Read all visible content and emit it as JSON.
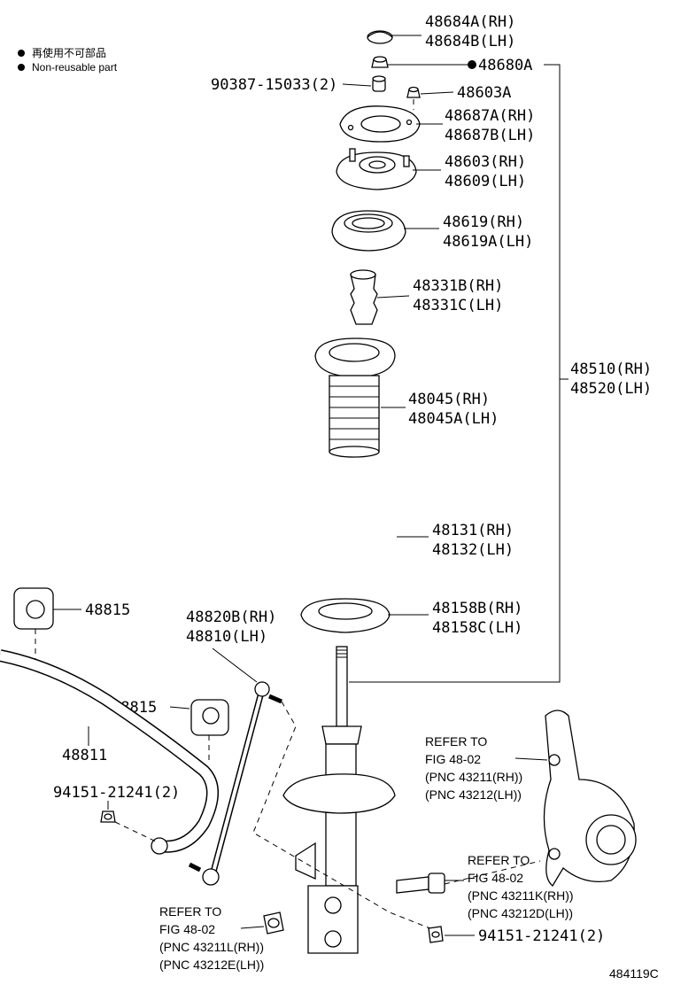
{
  "legend": {
    "jp": "再使用不可部品",
    "en": "Non-reusable part"
  },
  "figure_id": "484119C",
  "labels": {
    "p48684": [
      "48684A(RH)",
      "48684B(LH)"
    ],
    "p48680": "48680A",
    "p90387": "90387-15033(2)",
    "p48603a": "48603A",
    "p48687": [
      "48687A(RH)",
      "48687B(LH)"
    ],
    "p48603": [
      "48603(RH)",
      "48609(LH)"
    ],
    "p48619": [
      "48619(RH)",
      "48619A(LH)"
    ],
    "p48331": [
      "48331B(RH)",
      "48331C(LH)"
    ],
    "p48510": [
      "48510(RH)",
      "48520(LH)"
    ],
    "p48045": [
      "48045(RH)",
      "48045A(LH)"
    ],
    "p48131": [
      "48131(RH)",
      "48132(LH)"
    ],
    "p48815a": "48815",
    "p48820": [
      "48820B(RH)",
      "48810(LH)"
    ],
    "p48158": [
      "48158B(RH)",
      "48158C(LH)"
    ],
    "p48815b": "48815",
    "p48811": "48811",
    "ref_knuckle": [
      "REFER TO",
      "FIG 48-02",
      "(PNC 43211(RH))",
      "(PNC 43212(LH))"
    ],
    "p94151a": "94151-21241(2)",
    "ref_bolt": [
      "REFER TO",
      "FIG 48-02",
      "(PNC 43211K(RH))",
      "(PNC 43212D(LH))"
    ],
    "ref_nut": [
      "REFER TO",
      "FIG 48-02",
      "(PNC 43211L(RH))",
      "(PNC 43212E(LH))"
    ],
    "p94151b": "94151-21241(2)"
  }
}
